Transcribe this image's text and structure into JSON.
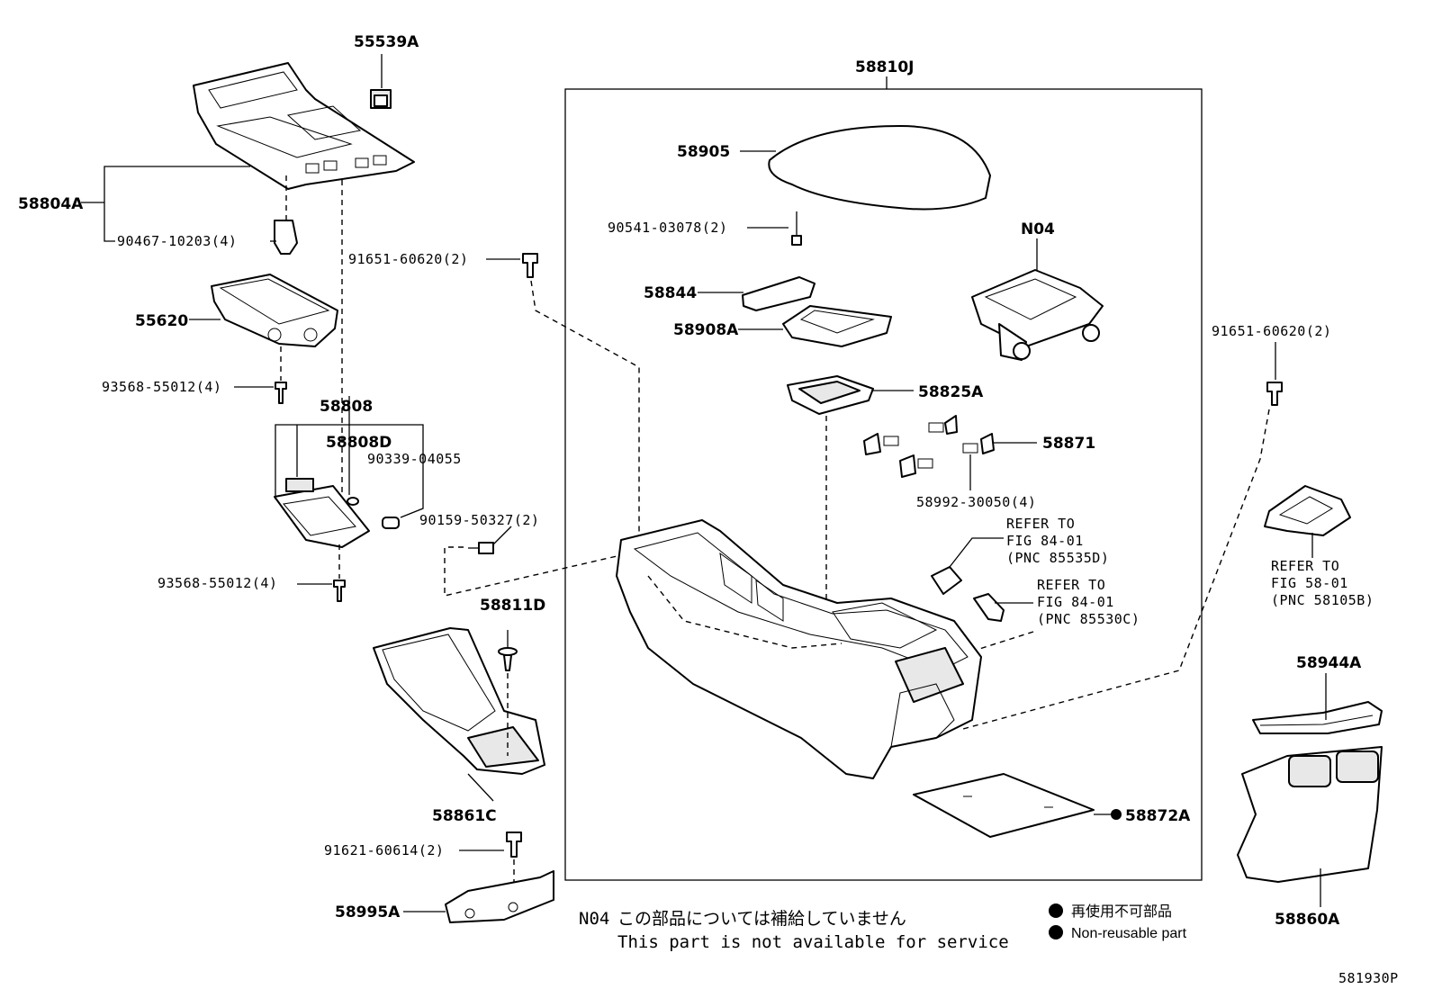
{
  "labels": {
    "p55539a": "55539A",
    "p58804a": "58804A",
    "p90467": "90467-10203(4)",
    "p55620": "55620",
    "p93568a": "93568-55012(4)",
    "p58808": "58808",
    "p58808d": "58808D",
    "p90339": "90339-04055",
    "p90159": "90159-50327(2)",
    "p93568b": "93568-55012(4)",
    "p91651a": "91651-60620(2)",
    "p58811d": "58811D",
    "p58861c": "58861C",
    "p91621": "91621-60614(2)",
    "p58995a": "58995A",
    "p58810j": "58810J",
    "p58905": "58905",
    "p90541": "90541-03078(2)",
    "pn04": "N04",
    "p58844": "58844",
    "p58908a": "58908A",
    "p58825a": "58825A",
    "p58871": "58871",
    "p58992": "58992-30050(4)",
    "refer1": [
      "REFER TO",
      "FIG 84-01",
      "(PNC 85535D)"
    ],
    "refer2": [
      "REFER TO",
      "FIG 84-01",
      "(PNC 85530C)"
    ],
    "p58872a": "58872A",
    "p91651b": "91651-60620(2)",
    "refer3": [
      "REFER TO",
      "FIG 58-01",
      "(PNC 58105B)"
    ],
    "p58944a": "58944A",
    "p58860a": "58860A"
  },
  "notes": {
    "n04_code": "N04",
    "n04_jp": "この部品については補給していません",
    "n04_en": "This part is not available for service"
  },
  "legend": {
    "jp": "再使用不可部品",
    "en": "Non-reusable part"
  },
  "diagram_id": "581930P"
}
